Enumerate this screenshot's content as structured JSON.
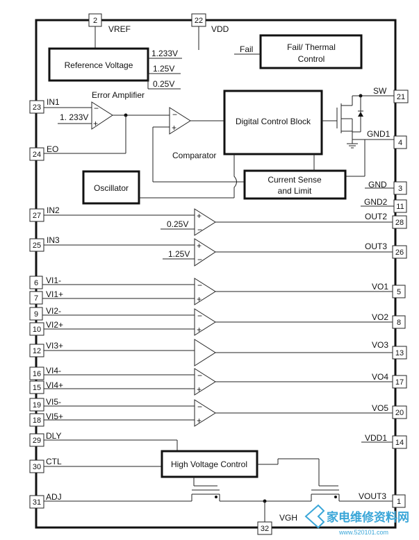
{
  "pins": {
    "vref": {
      "num": "2",
      "label": "VREF"
    },
    "vdd": {
      "num": "22",
      "label": "VDD"
    },
    "in1": {
      "num": "23",
      "label": "IN1"
    },
    "eo": {
      "num": "24",
      "label": "EO"
    },
    "in2": {
      "num": "27",
      "label": "IN2"
    },
    "in3": {
      "num": "25",
      "label": "IN3"
    },
    "vi1m": {
      "num": "6",
      "label": "VI1-"
    },
    "vi1p": {
      "num": "7",
      "label": "VI1+"
    },
    "vi2m": {
      "num": "9",
      "label": "VI2-"
    },
    "vi2p": {
      "num": "10",
      "label": "VI2+"
    },
    "vi3p": {
      "num": "12",
      "label": "VI3+"
    },
    "vi4m": {
      "num": "16",
      "label": "VI4-"
    },
    "vi4p": {
      "num": "15",
      "label": "VI4+"
    },
    "vi5m": {
      "num": "19",
      "label": "VI5-"
    },
    "vi5p": {
      "num": "18",
      "label": "VI5+"
    },
    "dly": {
      "num": "29",
      "label": "DLY"
    },
    "ctl": {
      "num": "30",
      "label": "CTL"
    },
    "adj": {
      "num": "31",
      "label": "ADJ"
    },
    "vgh": {
      "num": "32",
      "label": "VGH"
    },
    "sw": {
      "num": "21",
      "label": "SW"
    },
    "gnd1": {
      "num": "4",
      "label": "GND1"
    },
    "gnd": {
      "num": "3",
      "label": "GND"
    },
    "gnd2": {
      "num": "11",
      "label": "GND2"
    },
    "out2": {
      "num": "28",
      "label": "OUT2"
    },
    "out3": {
      "num": "26",
      "label": "OUT3"
    },
    "vo1": {
      "num": "5",
      "label": "VO1"
    },
    "vo2": {
      "num": "8",
      "label": "VO2"
    },
    "vo3": {
      "num": "13",
      "label": "VO3"
    },
    "vo4": {
      "num": "17",
      "label": "VO4"
    },
    "vo5": {
      "num": "20",
      "label": "VO5"
    },
    "vdd1": {
      "num": "14",
      "label": "VDD1"
    },
    "vout3": {
      "num": "1",
      "label": "VOUT3"
    }
  },
  "blocks": {
    "reference_voltage": "Reference Voltage",
    "fail_thermal_line1": "Fail/  Thermal",
    "fail_thermal_line2": "Control",
    "digital_control": "Digital Control Block",
    "current_sense_line1": "Current Sense",
    "current_sense_line2": "and Limit",
    "oscillator": "Oscillator",
    "high_voltage_control": "High Voltage Control"
  },
  "labels": {
    "ref_1233": "1.233V",
    "ref_125": "1.25V",
    "ref_025": "0.25V",
    "error_amplifier": "Error Amplifier",
    "ea_ref": "1. 233V",
    "comparator": "Comparator",
    "fail": "Fail",
    "in2_ref": "0.25V",
    "in3_ref": "1.25V",
    "plus": "+",
    "minus": "−"
  },
  "watermark": {
    "text": "家电维修资料网",
    "sub": "www.520101.com"
  }
}
